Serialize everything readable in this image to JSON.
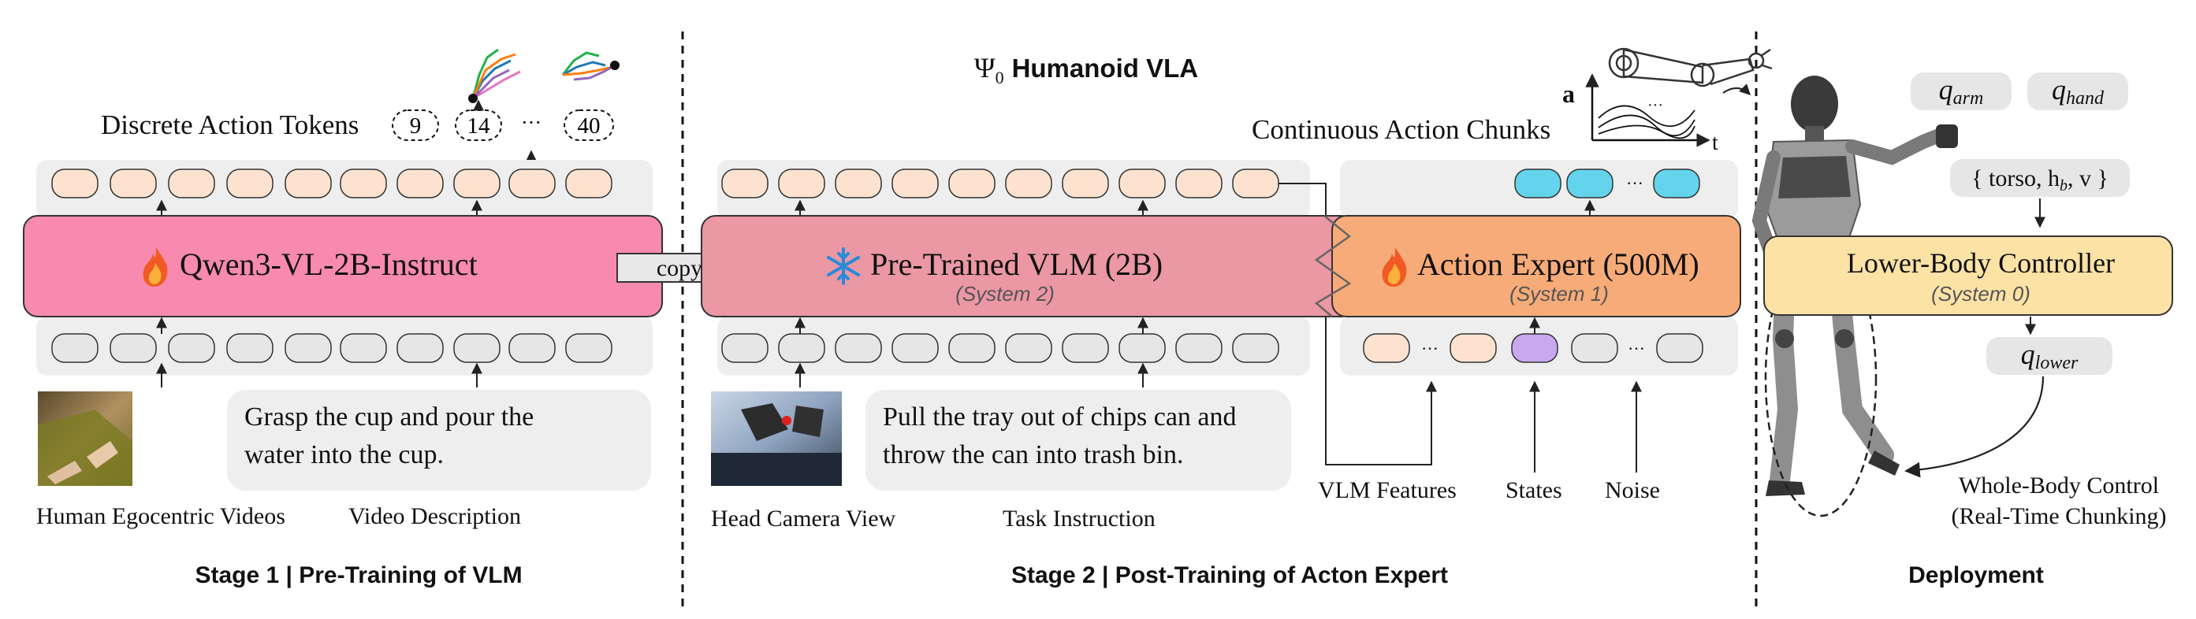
{
  "stage1": {
    "discrete_tokens_label": "Discrete Action Tokens",
    "token_values": [
      "9",
      "14",
      "40"
    ],
    "ellipsis": "···",
    "model_name": "Qwen3-VL-2B-Instruct",
    "instruction_text_line1": "Grasp the cup and pour the",
    "instruction_text_line2": "water into the cup.",
    "caption_video": "Human Egocentric Videos",
    "caption_description": "Video Description",
    "title": "Stage 1 | Pre-Training of VLM"
  },
  "copy_label": "copy",
  "stage2": {
    "header_psi": "Ψ",
    "header_sub": "0",
    "header_rest": "Humanoid VLA",
    "continuous_label": "Continuous Action Chunks",
    "vlm_name": "Pre-Trained VLM (2B)",
    "vlm_system": "(System 2)",
    "expert_name": "Action Expert (500M)",
    "expert_system": "(System 1)",
    "instruction_text_line1": "Pull the tray out of chips can and",
    "instruction_text_line2": "throw the can into trash bin.",
    "caption_camera": "Head Camera View",
    "caption_task": "Task Instruction",
    "caption_vlm_features": "VLM Features",
    "caption_states": "States",
    "caption_noise": "Noise",
    "axis_a": "a",
    "axis_t": "t",
    "title": "Stage 2 | Post-Training of Acton Expert"
  },
  "deployment": {
    "q_arm_base": "q",
    "q_arm_sub": "arm",
    "q_hand_base": "q",
    "q_hand_sub": "hand",
    "torso_set": "{ torso, h",
    "torso_sub": "b",
    "torso_end": ", v }",
    "controller_name": "Lower-Body Controller",
    "controller_system": "(System 0)",
    "q_lower_base": "q",
    "q_lower_sub": "lower",
    "wbc_line1": "Whole-Body Control",
    "wbc_line2": "(Real-Time Chunking)",
    "title": "Deployment"
  },
  "colors": {
    "qwen_pink": "#f78aae",
    "vlm_pink": "#eb97a4",
    "expert_orange": "#f7ab78",
    "controller_yellow": "#fde2a6",
    "token_peach": "#fde3cf",
    "token_gray": "#e6e6e6",
    "token_cyan": "#63d4ec",
    "token_purple": "#c9a8ee",
    "panel_gray": "#eeeeee"
  }
}
